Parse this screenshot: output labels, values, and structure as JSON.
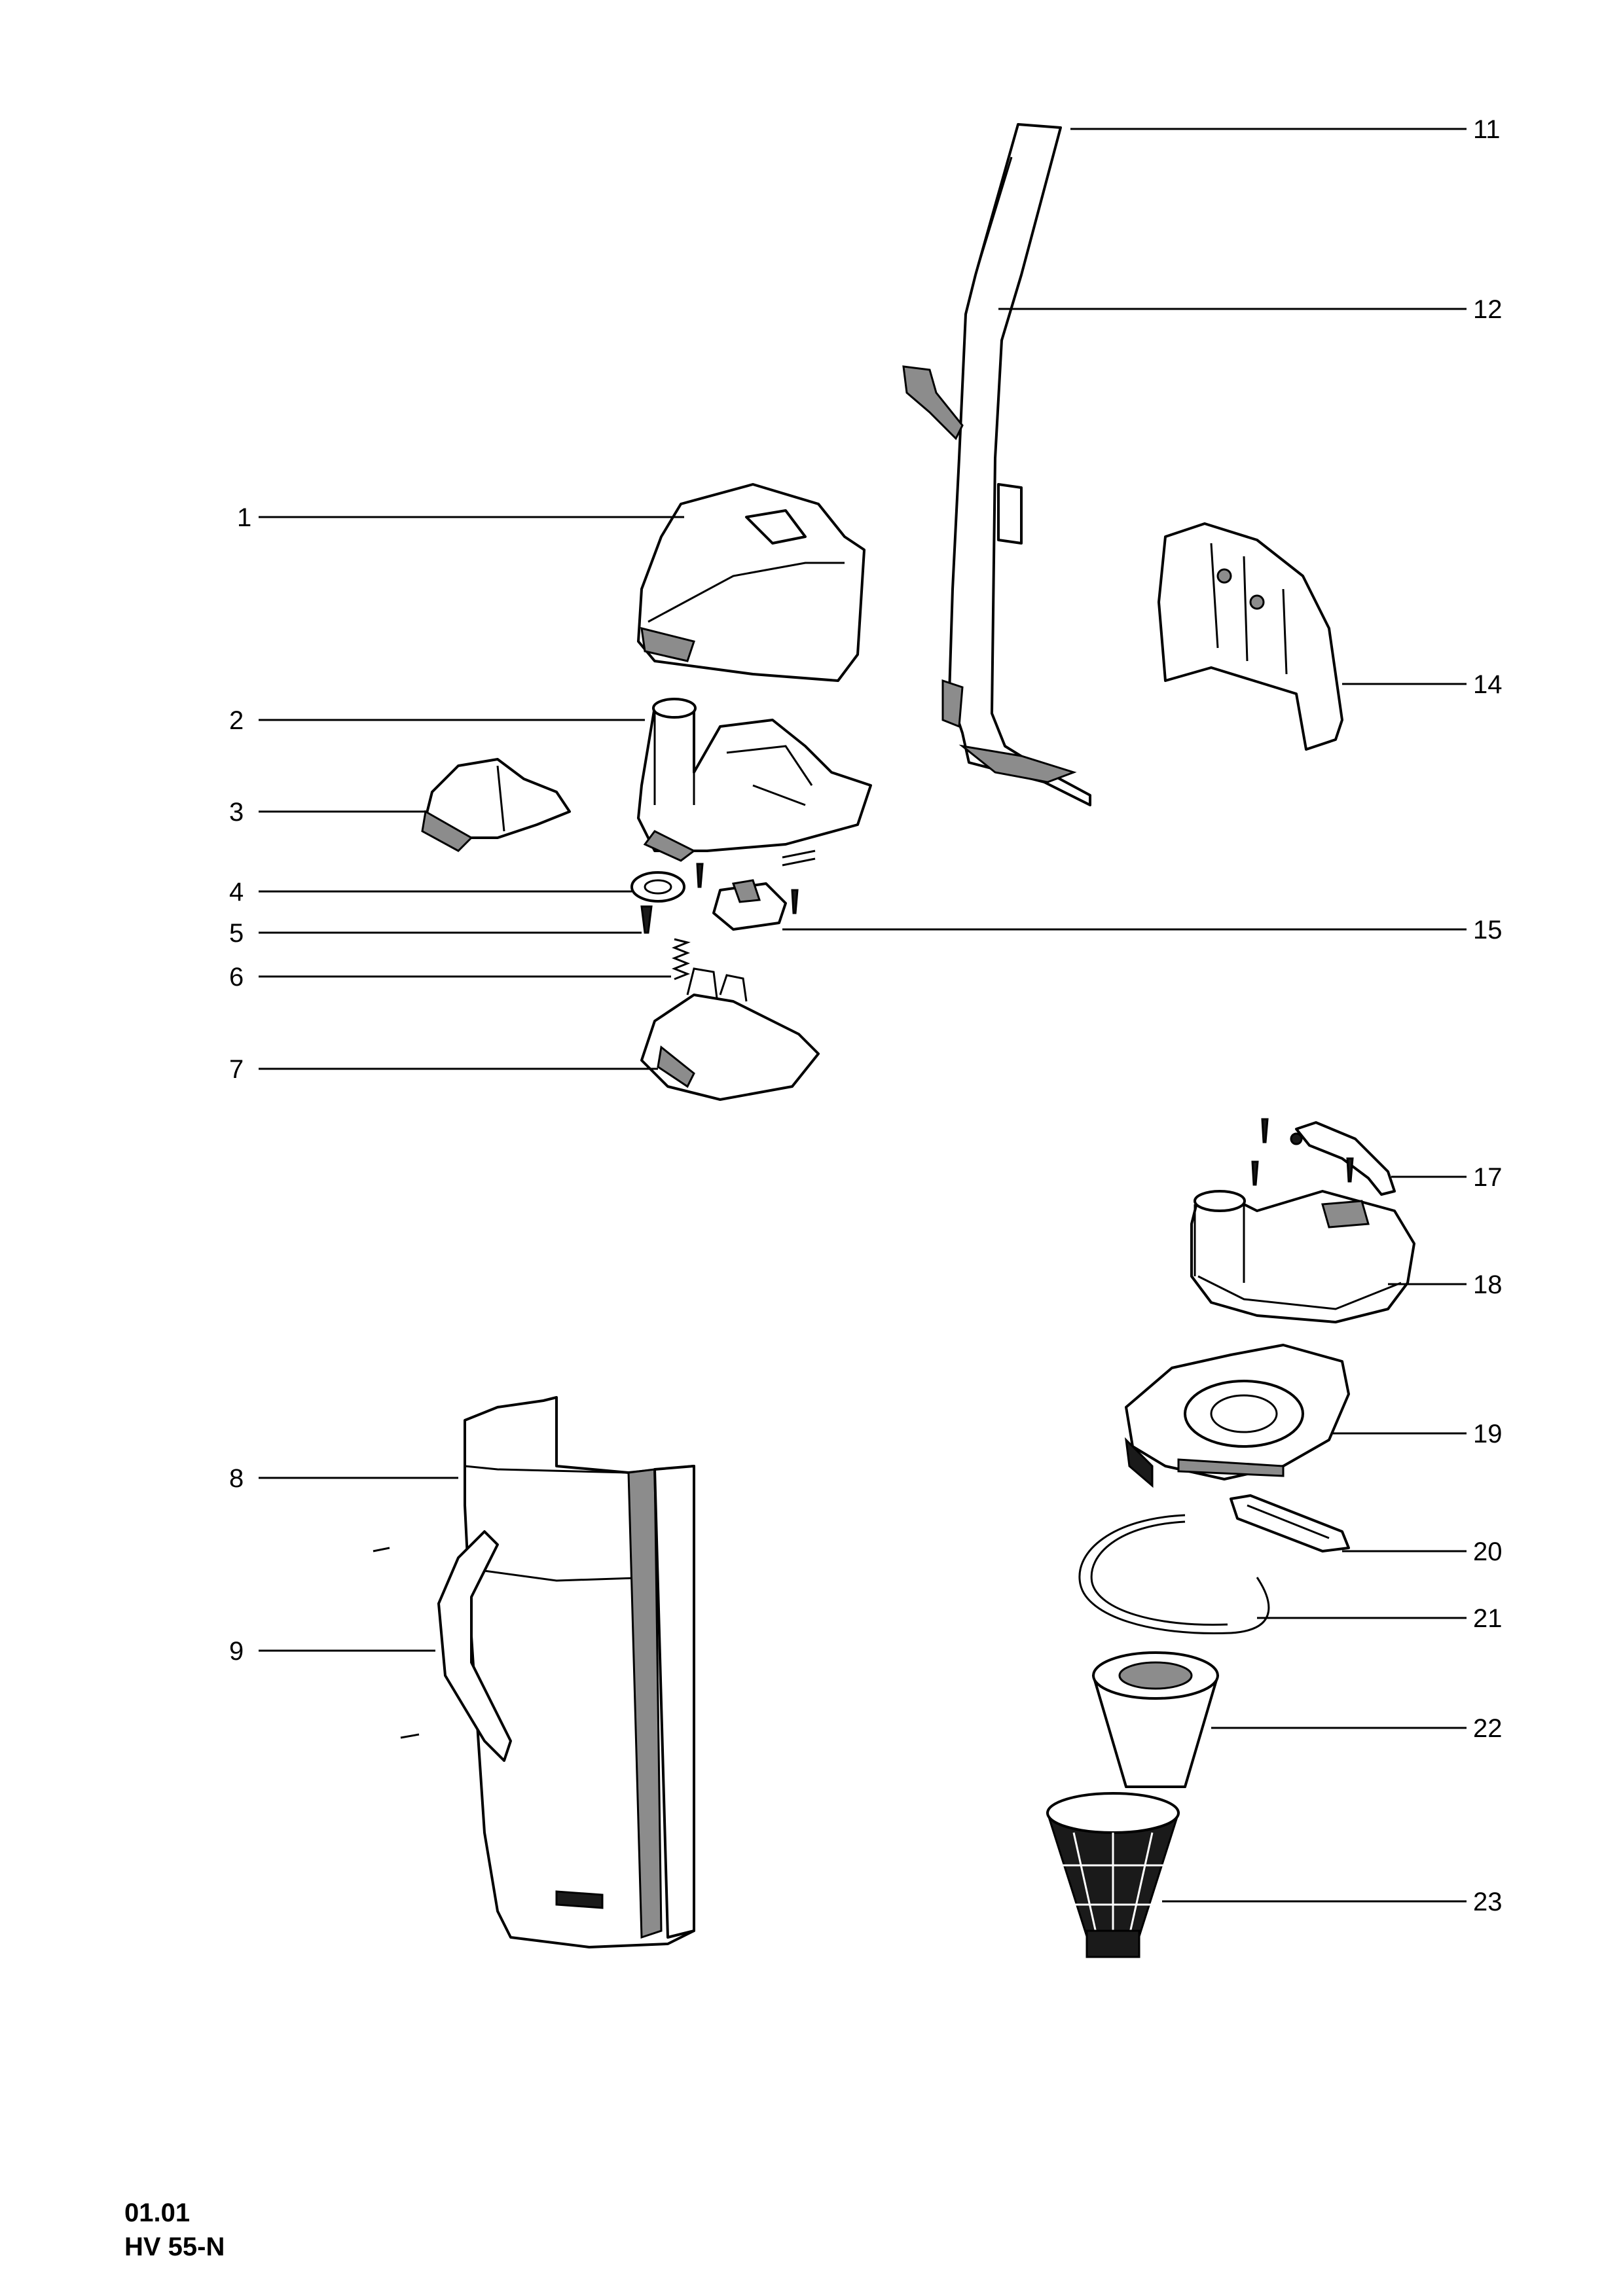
{
  "callouts": [
    {
      "label": "1"
    },
    {
      "label": "2"
    },
    {
      "label": "3"
    },
    {
      "label": "4"
    },
    {
      "label": "5"
    },
    {
      "label": "6"
    },
    {
      "label": "7"
    },
    {
      "label": "8"
    },
    {
      "label": "9"
    },
    {
      "label": "11"
    },
    {
      "label": "12"
    },
    {
      "label": "14"
    },
    {
      "label": "15"
    },
    {
      "label": "17"
    },
    {
      "label": "18"
    },
    {
      "label": "19"
    },
    {
      "label": "20"
    },
    {
      "label": "21"
    },
    {
      "label": "22"
    },
    {
      "label": "23"
    }
  ],
  "footer": {
    "date": "01.01",
    "model": "HV 55-N"
  }
}
